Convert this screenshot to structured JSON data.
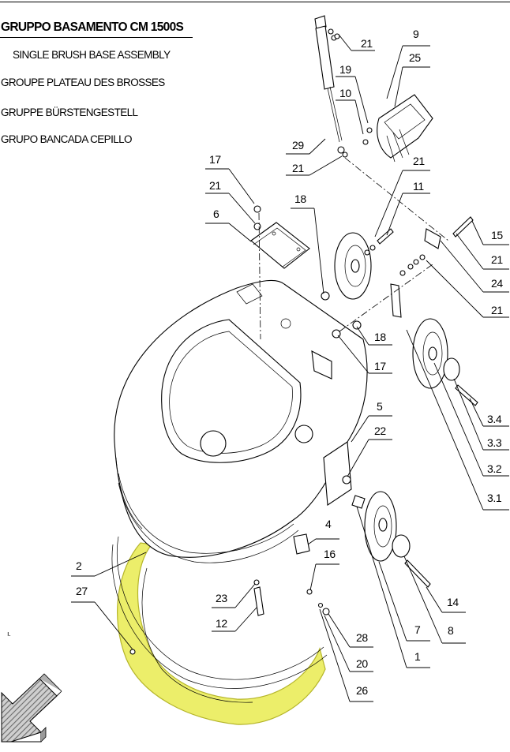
{
  "header": {
    "title": "GRUPPO BASAMENTO CM 1500S",
    "subtitles": [
      "SINGLE BRUSH BASE ASSEMBLY",
      "GROUPE PLATEAU DES BROSSES",
      "GRUPPE BÜRSTENGESTELL",
      "GRUPO BANCADA CEPILLO"
    ]
  },
  "callouts": [
    "21",
    "9",
    "25",
    "19",
    "10",
    "29",
    "21",
    "17",
    "21",
    "6",
    "21",
    "11",
    "18",
    "15",
    "21",
    "24",
    "21",
    "18",
    "17",
    "5",
    "22",
    "3.4",
    "3.3",
    "3.2",
    "3.1",
    "4",
    "16",
    "2",
    "27",
    "23",
    "12",
    "14",
    "8",
    "7",
    "1",
    "28",
    "20",
    "26"
  ],
  "colors": {
    "highlight": "#ecee6a",
    "lines": "#000000",
    "arrow": "#8a8a8a"
  },
  "icons": {
    "arrow": "direction-arrow-icon"
  }
}
